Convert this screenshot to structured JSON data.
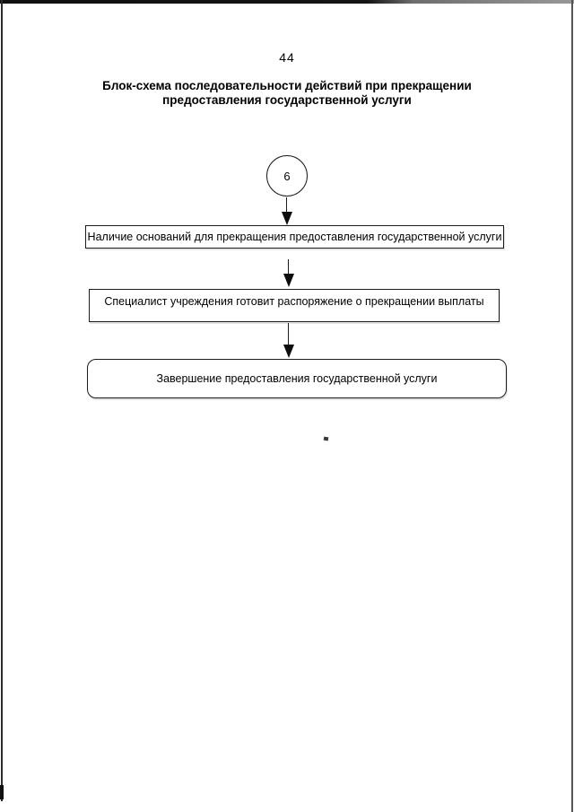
{
  "page": {
    "number": "44"
  },
  "title": {
    "line1": "Блок-схема последовательности действий при прекращении",
    "line2": "предоставления государственной услуги"
  },
  "flowchart": {
    "connector_label": "6",
    "steps": [
      {
        "shape": "rect",
        "text": "Наличие оснований для прекращения предоставления государственной услуги"
      },
      {
        "shape": "rect",
        "text": "Специалист учреждения готовит распоряжение о прекращении выплаты"
      },
      {
        "shape": "rounded",
        "text": "Завершение предоставления государственной услуги"
      }
    ]
  },
  "colors": {
    "ink": "#000000",
    "border": "#1c1c1c",
    "scan_artifact_dark": "#101010",
    "scan_artifact_gray": "#8a8a8a",
    "background": "#ffffff"
  }
}
